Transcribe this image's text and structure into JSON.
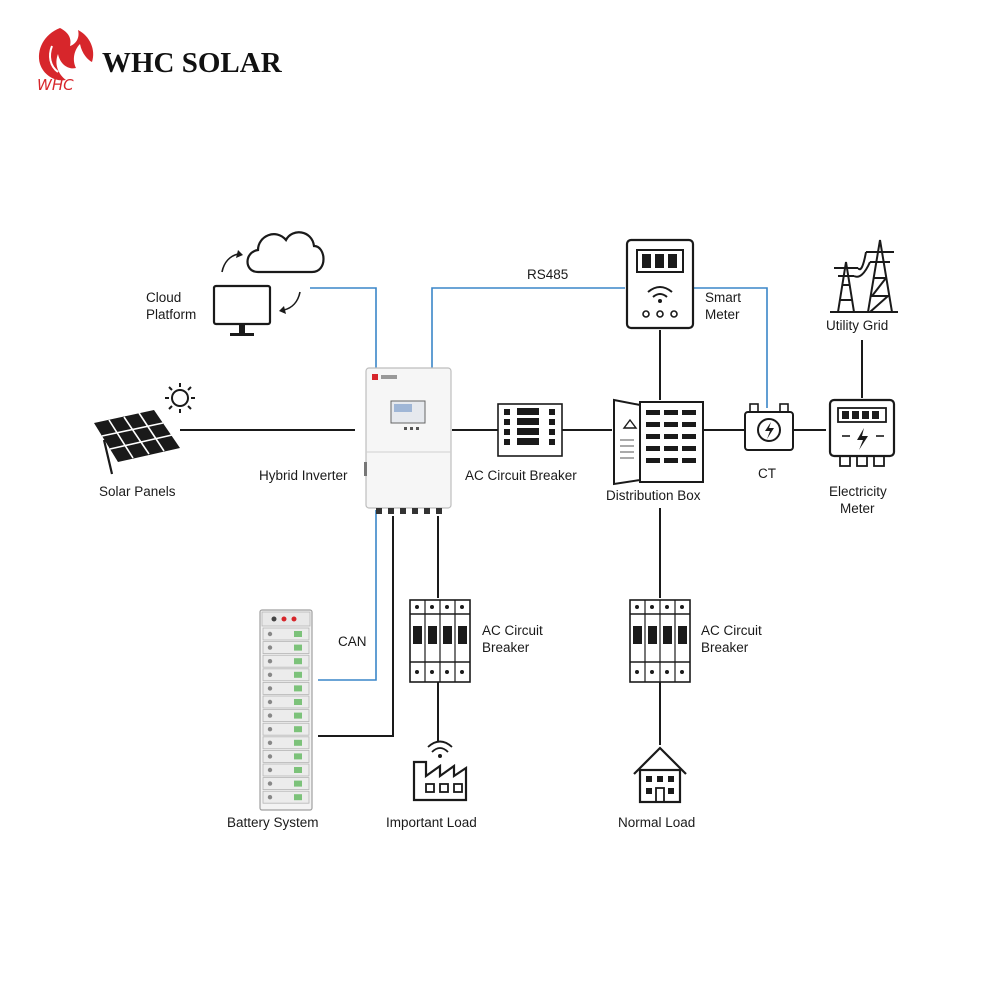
{
  "brand": {
    "name": "WHC SOLAR",
    "logo_text": "WHC"
  },
  "colors": {
    "brand_red": "#d7262b",
    "wire": "#1a1a1a",
    "comm": "#3a86c8"
  },
  "labels": {
    "cloud_platform_1": "Cloud",
    "cloud_platform_2": "Platform",
    "rs485": "RS485",
    "smart_meter_1": "Smart",
    "smart_meter_2": "Meter",
    "utility_grid": "Utility Grid",
    "solar_panels": "Solar Panels",
    "hybrid_inverter": "Hybrid Inverter",
    "ac_breaker_main": "AC Circuit Breaker",
    "distribution_box": "Distribution Box",
    "ct": "CT",
    "electricity_meter_1": "Electricity",
    "electricity_meter_2": "Meter",
    "can": "CAN",
    "ac_breaker_important_1": "AC Circuit",
    "ac_breaker_important_2": "Breaker",
    "ac_breaker_normal_1": "AC Circuit",
    "ac_breaker_normal_2": "Breaker",
    "battery_system": "Battery System",
    "important_load": "Important Load",
    "normal_load": "Normal Load"
  },
  "icons": [
    "whc-logo-icon",
    "cloud-icon",
    "monitor-icon",
    "sync-arrows-icon",
    "sun-icon",
    "solar-panel-icon",
    "hybrid-inverter-icon",
    "breaker-icon",
    "smart-meter-icon",
    "distribution-box-icon",
    "ct-icon",
    "transmission-tower-icon",
    "electricity-meter-icon",
    "battery-rack-icon",
    "factory-icon",
    "house-icon"
  ]
}
